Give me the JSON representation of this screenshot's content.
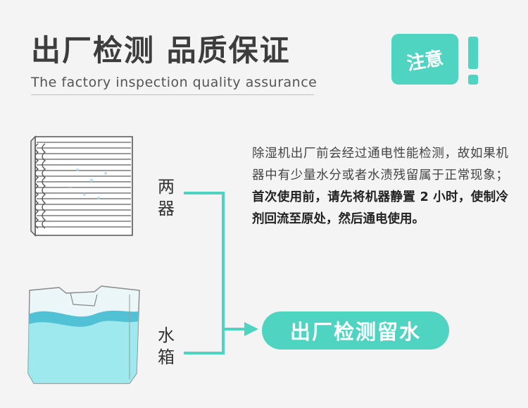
{
  "header": {
    "title": "出厂检测 品质保证",
    "subtitle": "The factory inspection quality assurance"
  },
  "notice": {
    "label": "注意"
  },
  "labels": {
    "condenser": "两器",
    "tank": "水箱"
  },
  "description": {
    "normal": "除湿机出厂前会经过通电性能检测，故如果机器中有少量水分或者水渍残留属于正常现象；",
    "bold": "首次使用前，请先将机器静置 2 小时，使制冷剂回流至原处，然后通电使用。"
  },
  "result_badge": {
    "label": "出厂检测留水"
  },
  "colors": {
    "accent": "#4fd4c2",
    "text": "#3d3d3d",
    "background": "#f4f4f4"
  },
  "icons": [
    "condenser-coil-illustration",
    "water-tank-illustration",
    "arrow-icon",
    "exclamation-icon"
  ]
}
